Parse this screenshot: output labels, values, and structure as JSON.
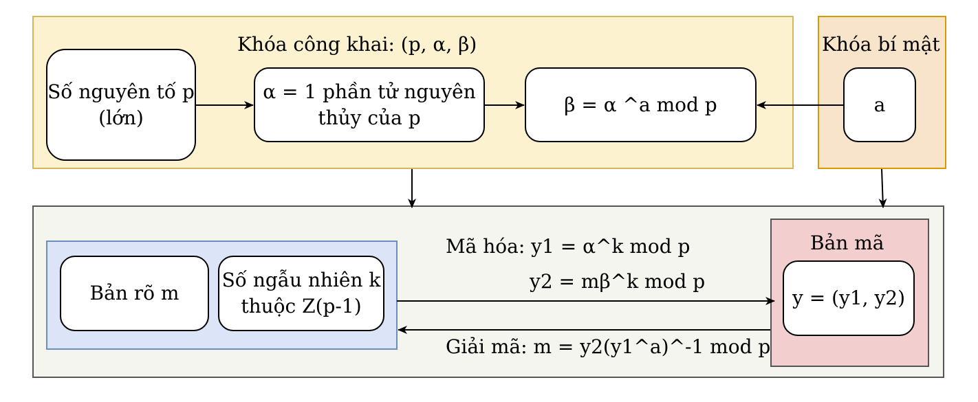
{
  "public_key": {
    "title": "Khóa công khai: (p,  α, β)",
    "prime_box": "Số nguyên tố p\n(lớn)",
    "alpha_box": "α  = 1 phần tử nguyên\nthủy của p",
    "beta_box": "β =  α ^a mod p"
  },
  "private_key": {
    "title": "Khóa bí mật",
    "a_box": "a"
  },
  "sender": {
    "plaintext_box": "Bản rõ m",
    "random_box": "Số ngẫu nhiên k\nthuộc Z(p-1)"
  },
  "encryption": {
    "line1": "Mã hóa: y1 = α^k mod p",
    "line2": "y2 = mβ^k mod p"
  },
  "decryption": {
    "line": "Giải mã: m = y2(y1^a)^-1 mod p"
  },
  "ciphertext": {
    "title": "Bản mã",
    "box": "y = (y1, y2)"
  },
  "colors": {
    "public_key_bg": "#FCF2CF",
    "public_key_border": "#D6B656",
    "private_key_bg": "#F7E4CB",
    "private_key_border": "#D79B00",
    "bottom_bg": "#F5F5EF",
    "bottom_border": "#555555",
    "sender_bg": "#DCE5F8",
    "sender_border": "#6C8EBF",
    "cipher_bg": "#F3CECE",
    "cipher_border": "#555555"
  }
}
